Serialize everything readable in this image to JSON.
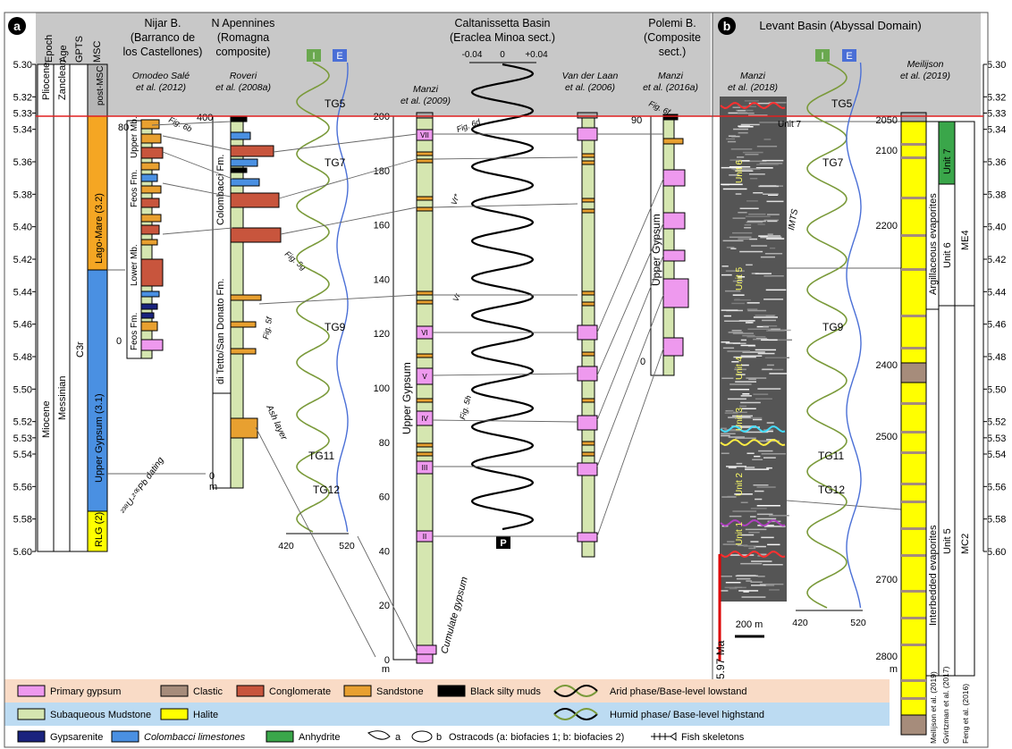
{
  "panels": {
    "a": {
      "letter": "a"
    },
    "b": {
      "letter": "b",
      "title": "Levant Basin (Abyssal Domain)"
    }
  },
  "headers": {
    "epoch": "Epoch",
    "age": "Age",
    "gpts": "GPTS",
    "msc": "MSC",
    "nijar": [
      "Nijar B.",
      "(Barranco de",
      "los Castellones)"
    ],
    "apennines": [
      "N Apennines",
      "(Romagna",
      "composite)"
    ],
    "caltanissetta": [
      "Caltanissetta Basin",
      "(Eraclea Minoa sect.)"
    ],
    "polemi": [
      "Polemi B.",
      "(Composite",
      "sect.)"
    ]
  },
  "references": {
    "omodeo": [
      "Omodeo Salé",
      "et al. (2012)"
    ],
    "roveri": [
      "Roveri",
      "et al. (2008a)"
    ],
    "manzi2009": [
      "Manzi",
      "et al. (2009)"
    ],
    "vanderlaan": [
      "Van der Laan",
      "et al. (2006)"
    ],
    "manzi2016": [
      "Manzi",
      "et al. (2016a)"
    ],
    "manzi2018": [
      "Manzi",
      "et al. (2018)"
    ],
    "meilijson": [
      "Meilijson",
      "et al. (2019)"
    ]
  },
  "age_axis": {
    "min": 5.3,
    "max": 5.6,
    "step": 0.02,
    "labels": [
      "5.30",
      "5.32",
      "5.33",
      "5.34",
      "5.36",
      "5.38",
      "5.40",
      "5.42",
      "5.44",
      "5.46",
      "5.48",
      "5.50",
      "5.52",
      "5.53",
      "5.54",
      "5.56",
      "5.58",
      "5.60"
    ],
    "right_labels": [
      "5.30",
      "5.32",
      "5.33",
      "5.34",
      "5.36",
      "5.38",
      "5.40",
      "5.42",
      "5.44",
      "5.46",
      "5.48",
      "5.50",
      "5.52",
      "5.53",
      "5.54",
      "5.56",
      "5.58",
      "5.60"
    ],
    "boundary_age": 5.33
  },
  "chronostrat": {
    "pliocene": "Pliocene",
    "miocene": "Miocene",
    "zanclean": "Zanclean",
    "messinian": "Messinian",
    "c3r": "C3r",
    "post_msc": "post-MSC",
    "lago_mare": "Lago-Mare (3.2)",
    "upper_gypsum_31": "Upper Gypsum (3.1)",
    "rlg": "RLG (2)",
    "colors": {
      "lago_mare": "#f5a623",
      "upper_gypsum": "#4a90e2",
      "rlg": "#ffff00",
      "post_msc": "#b5b5b5"
    }
  },
  "nijar": {
    "scale": [
      "80",
      "0"
    ],
    "units": {
      "upper": "Upper Mb.",
      "lower": "Lower Mb.",
      "feos1": "Feos Fm.",
      "feos2": "Feos Fm."
    },
    "fig": "Fig. 6b",
    "dating": "²³⁸U-²⁰⁶Pb dating"
  },
  "apennines": {
    "scale": [
      "400",
      "0",
      "m"
    ],
    "fm1": "Colombacci Fm.",
    "fm2": "di Tetto/San Donato Fm.",
    "fig5": "Fig. 5g",
    "fig5f": "Fig. 5f",
    "ash": "Ash layer"
  },
  "gr_curve": {
    "i_label": "I",
    "e_label": "E",
    "labels": [
      "TG5",
      "TG7",
      "TG9",
      "TG11",
      "TG12"
    ],
    "axis": [
      "420",
      "520"
    ]
  },
  "caltanissetta": {
    "scale": [
      "200",
      "180",
      "160",
      "140",
      "120",
      "100",
      "80",
      "60",
      "40",
      "20",
      "0",
      "m"
    ],
    "cycles": [
      "VII",
      "VI",
      "V",
      "IV",
      "III",
      "II"
    ],
    "upper_gypsum": "Upper Gypsum",
    "cumulate": "Cumulate gypsum",
    "figs": [
      "Fig. 6d",
      "Vr*",
      "Vr",
      "Fig. 5h"
    ],
    "precession_axis": [
      "-0.04",
      "0",
      "+0.04"
    ],
    "p_label": "P"
  },
  "polemi": {
    "scale": [
      "90",
      "0"
    ],
    "fig": "Fig. 6f",
    "upper_gypsum": "Upper Gypsum"
  },
  "levant": {
    "units": [
      "Unit 7",
      "Unit 6",
      "Unit 5",
      "Unit 4",
      "Unit 3",
      "Unit 2",
      "Unit 1"
    ],
    "imts": "IMTS",
    "base_age": "5.97 Ma",
    "scale_bar": "200 m",
    "depths": [
      "2050",
      "2100",
      "2200",
      "2400",
      "2500",
      "2700",
      "2800",
      "m"
    ],
    "argillaceous": "Argillaceous evaporites",
    "interbedded": "Interbedded evaporites",
    "unit7": "Unit 7",
    "unit6": "Unit 6",
    "unit5": "Unit 5",
    "me4": "ME4",
    "mc2": "MC2",
    "side_refs": [
      "Meilijson et al. (2019)",
      "Gvirtzman et al. (2017)",
      "Feng et al. (2016)"
    ]
  },
  "legend": {
    "items": [
      {
        "label": "Primary gypsum",
        "color": "#ee99ee"
      },
      {
        "label": "Clastic",
        "color": "#a68c7b"
      },
      {
        "label": "Conglomerate",
        "color": "#c8553d"
      },
      {
        "label": "Sandstone",
        "color": "#e8a030"
      },
      {
        "label": "Black silty muds",
        "color": "#000000"
      },
      {
        "label": "Subaqueous Mudstone",
        "color": "#d5e6b0"
      },
      {
        "label": "Halite",
        "color": "#ffff00"
      },
      {
        "label": "Gypsarenite",
        "color": "#1a237e"
      },
      {
        "label": "Colombacci limestones",
        "color": "#4a90e2"
      },
      {
        "label": "Anhydrite",
        "color": "#3aa64a"
      }
    ],
    "arid": "Arid phase/Base-level lowstand",
    "humid": "Humid phase/ Base-level highstand",
    "ostracod_a": "a",
    "ostracod_b": "b",
    "ostracods": "Ostracods (a: biofacies 1; b: biofacies 2)",
    "fish": "Fish skeletons"
  }
}
